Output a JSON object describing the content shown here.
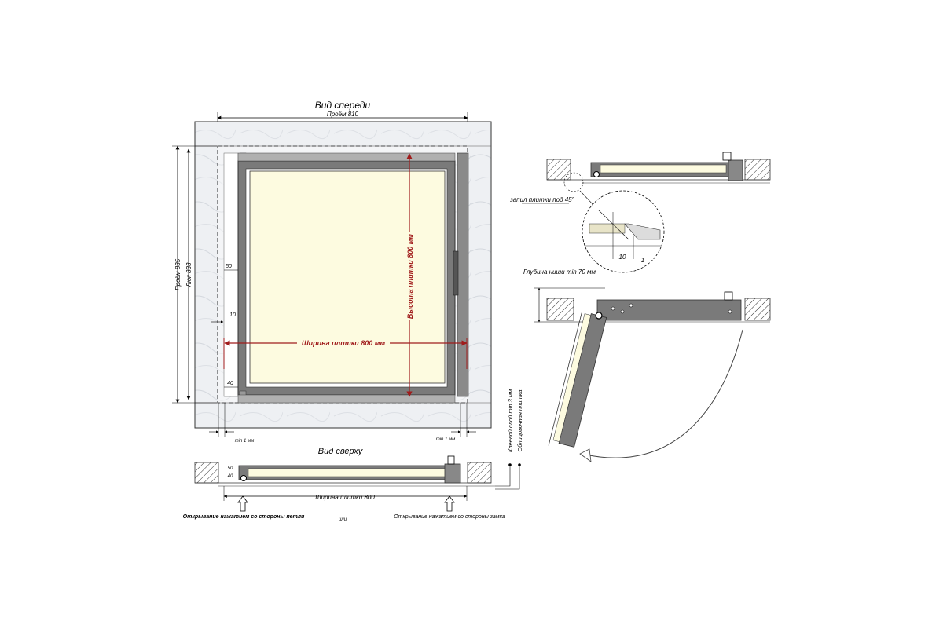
{
  "front_view": {
    "title": "Вид спереди",
    "opening_width": "Проём 810",
    "opening_height": "Проём 835",
    "hatch_height": "Люк 833",
    "tile_width": "Ширина плитки 800 мм",
    "tile_height": "Высота плитки 800 мм",
    "dim_50": "50",
    "dim_10": "10",
    "dim_40": "40",
    "gap_left": "min 1 мм",
    "gap_right": "min 1 мм"
  },
  "top_view": {
    "title": "Вид сверху",
    "dim_50": "50",
    "dim_40": "40",
    "tile_width": "Ширина плитки 800",
    "open_hinge": "Открывание нажатием со стороны петли",
    "or": "или",
    "open_lock": "Открывание нажатием со стороны замка"
  },
  "side_labels": {
    "glue_layer": "Клеевой слой min 3 мм",
    "facing_tile": "Облицовочная плитка"
  },
  "detail": {
    "bevel": "запил плитки под 45°",
    "dim_10": "10",
    "dim_1": "1"
  },
  "open_view": {
    "niche_depth": "Глубина ниши min 70 мм"
  },
  "colors": {
    "frame": "#7a7a7a",
    "panel": "#fdfbe0",
    "dimension_red": "#a01c1c",
    "marble": "#eef0f3"
  }
}
